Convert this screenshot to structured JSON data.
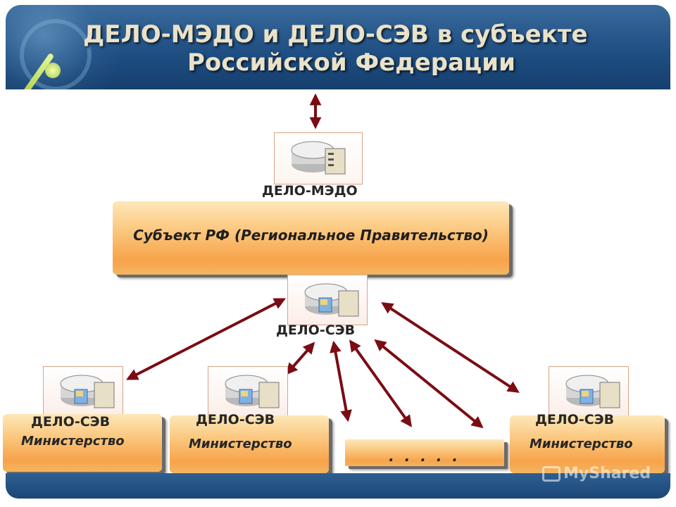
{
  "header": {
    "title_line1": "ДЕЛО-МЭДО и ДЕЛО-СЭВ в субъекте",
    "title_line2": "Российской Федерации"
  },
  "top_node": {
    "label": "ДЕЛО-МЭДО",
    "box_text": "Субъект РФ (Региональное Правительство)"
  },
  "hub_node": {
    "label": "ДЕЛО-СЭВ"
  },
  "ministries": [
    {
      "label": "ДЕЛО-СЭВ",
      "sublabel": "Министерство"
    },
    {
      "label": "ДЕЛО-СЭВ",
      "sublabel": "Министерство"
    },
    {
      "label": "ДЕЛО-СЭВ",
      "sublabel": "Министерство"
    }
  ],
  "ellipsis_box": {
    "text": ". . . . ."
  },
  "watermark": {
    "text": "MyShared"
  },
  "colors": {
    "arrow": "#7a0c14",
    "header": "#1f4f83",
    "title_text": "#e9e2c9",
    "box_orange": "#f7a34a"
  }
}
